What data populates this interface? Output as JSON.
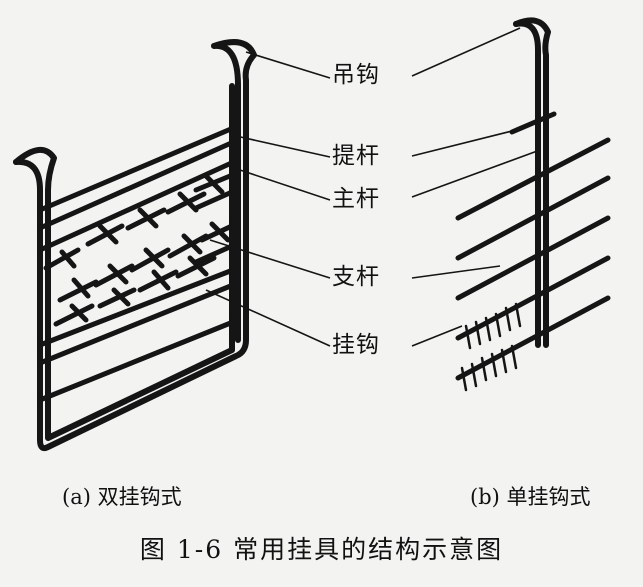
{
  "labels": {
    "hook": "吊钩",
    "lift_bar": "提杆",
    "main_bar": "主杆",
    "branch_bar": "支杆",
    "hanger_hook": "挂钩"
  },
  "subfigures": {
    "a": "(a) 双挂钩式",
    "b": "(b) 单挂钩式"
  },
  "caption": "图 1-6    常用挂具的结构示意图",
  "colors": {
    "ink": "#151515",
    "paper": "#f3f3f1"
  }
}
